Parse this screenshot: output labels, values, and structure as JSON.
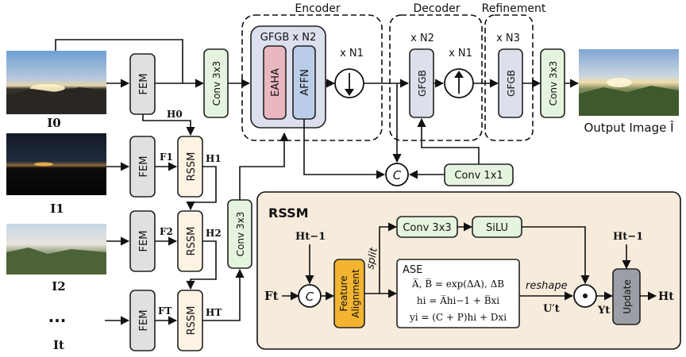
{
  "groups": {
    "encoder": "Encoder",
    "decoder": "Decoder",
    "refinement": "Refinement",
    "gfgb_block": "GFGB x N2",
    "encoder_repeat": "x N1",
    "decoder_repeat_n2": "x N2",
    "decoder_repeat_n1": "x N1",
    "refinement_repeat": "x N3"
  },
  "blocks": {
    "fem": "FEM",
    "rssm": "RSSM",
    "conv3x3": "Conv 3x3",
    "conv1x1": "Conv 1x1",
    "eaha": "EAHA",
    "affn": "AFFN",
    "gfgb": "GFGB",
    "concat": "C"
  },
  "inputs": {
    "i0": "I0",
    "i1": "I1",
    "i2": "I2",
    "it": "It",
    "ellipsis": "..."
  },
  "output_label": "Output Image Î",
  "hidden_states": {
    "h0": "H0",
    "h1": "H1",
    "h2": "H2",
    "ht": "HT"
  },
  "features": {
    "f1": "F1",
    "f2": "F2",
    "ft": "FT"
  },
  "rssm_detail": {
    "title": "RSSM",
    "input_f": "Ft",
    "input_h": "Ht−1",
    "concat": "C",
    "feature_alignment": [
      "Feature",
      "Alignment"
    ],
    "split": "split",
    "conv": "Conv 3x3",
    "silu": "SiLU",
    "ase_title": "ASE",
    "ase_eq1": "A̅, B̅ = exp(ΔA), ΔB",
    "ase_eq2": "hi = A̅hi−1 + B̅xi",
    "ase_eq3": "yi = (C + P)hi + Dxi",
    "reshape": "reshape",
    "u_label": "U′t",
    "y_label": "Yt",
    "multiply": "⊙",
    "h_prev": "Ht−1",
    "update": "Update",
    "output": "Ht"
  },
  "colors": {
    "fem_fill": "#e0e0e0",
    "rssm_fill": "#fdf3e3",
    "conv_fill": "#e5f4de",
    "eaha_fill": "#e9b7bf",
    "affn_fill": "#b9cde9",
    "gfgb_fill": "#dde0ea",
    "gfgb_block_fill": "#dcdfee",
    "rssm_panel_fill": "#f7ecdc",
    "feature_alignment_fill": "#f2b431",
    "update_fill": "#9c9fa6"
  },
  "icons": {
    "down_sample": "down-arrow-circle",
    "up_sample": "up-arrow-circle",
    "photos": [
      "sunset-photo",
      "dark-sunset-photo",
      "landscape-photo",
      "output-landscape-photo"
    ]
  }
}
